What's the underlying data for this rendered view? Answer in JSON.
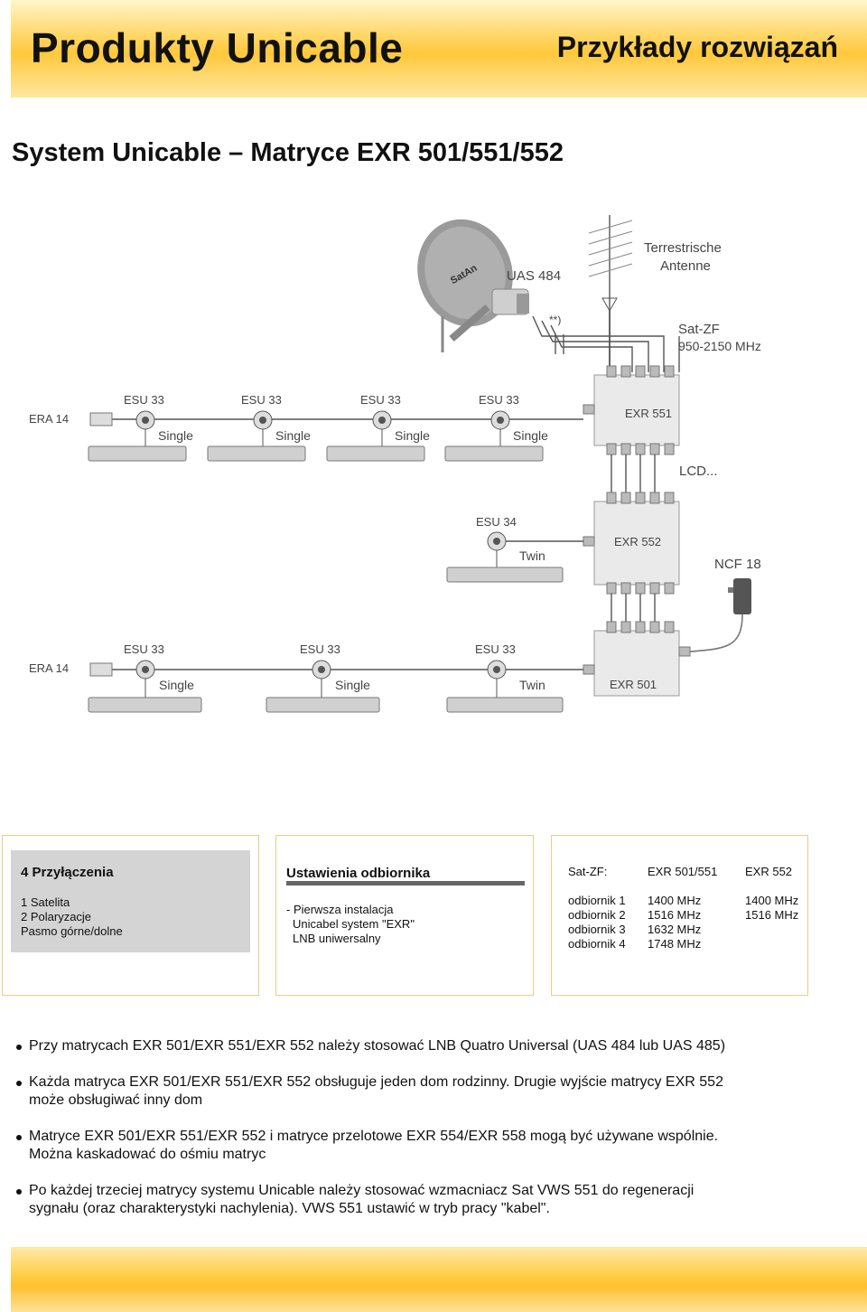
{
  "header": {
    "left_title": "Produkty Unicable",
    "right_title": "Przykłady rozwiązań"
  },
  "subtitle": "System Unicable – Matryce  EXR 501/551/552",
  "diagram": {
    "labels": {
      "uas": "UAS 484",
      "stars": "**)",
      "terr1": "Terrestrische",
      "terr2": "Antenne",
      "satzf1": "Sat-ZF",
      "satzf2": "950-2150 MHz",
      "exr551": "EXR 551",
      "lcd": "LCD...",
      "exr552": "EXR 552",
      "ncf": "NCF 18",
      "exr501": "EXR 501",
      "era": "ERA 14",
      "esu33": "ESU 33",
      "esu34": "ESU 34",
      "single": "Single",
      "twin": "Twin",
      "dish_brand": "SatAn"
    }
  },
  "panel1": {
    "title": "4 Przyłączenia",
    "lines": [
      "1 Satelita",
      "2 Polaryzacje",
      "Pasmo górne/dolne"
    ]
  },
  "panel2": {
    "title": "Ustawienia odbiornika",
    "lines": [
      "- Pierwsza instalacja",
      "Unicabel system \"EXR\"",
      "LNB uniwersalny"
    ]
  },
  "panel3": {
    "headers": [
      "Sat-ZF:",
      "EXR 501/551",
      "EXR 552"
    ],
    "receivers": [
      "odbiornik 1",
      "odbiornik 2",
      "odbiornik 3",
      "odbiornik 4"
    ],
    "exr501_551": [
      "1400 MHz",
      "1516 MHz",
      "1632 MHz",
      "1748 MHz"
    ],
    "exr552": [
      "1400 MHz",
      "1516 MHz"
    ]
  },
  "bullets": [
    [
      "Przy matrycach EXR 501/EXR 551/EXR 552 należy stosować LNB Quatro Universal (UAS 484 lub UAS 485)"
    ],
    [
      "Każda matryca EXR 501/EXR 551/EXR 552 obsługuje jeden dom rodzinny. Drugie wyjście matrycy EXR 552",
      "może obsługiwać inny dom"
    ],
    [
      "Matryce EXR 501/EXR 551/EXR 552 i matryce przelotowe EXR 554/EXR 558 mogą być używane wspólnie.",
      "Można kaskadować do ośmiu matryc"
    ],
    [
      "Po każdej trzeciej matrycy systemu Unicable należy stosować wzmacniacz Sat VWS 551 do regeneracji",
      "sygnału (oraz charakterystyki nachylenia). VWS 551 ustawić w tryb pracy \"kabel\"."
    ]
  ]
}
